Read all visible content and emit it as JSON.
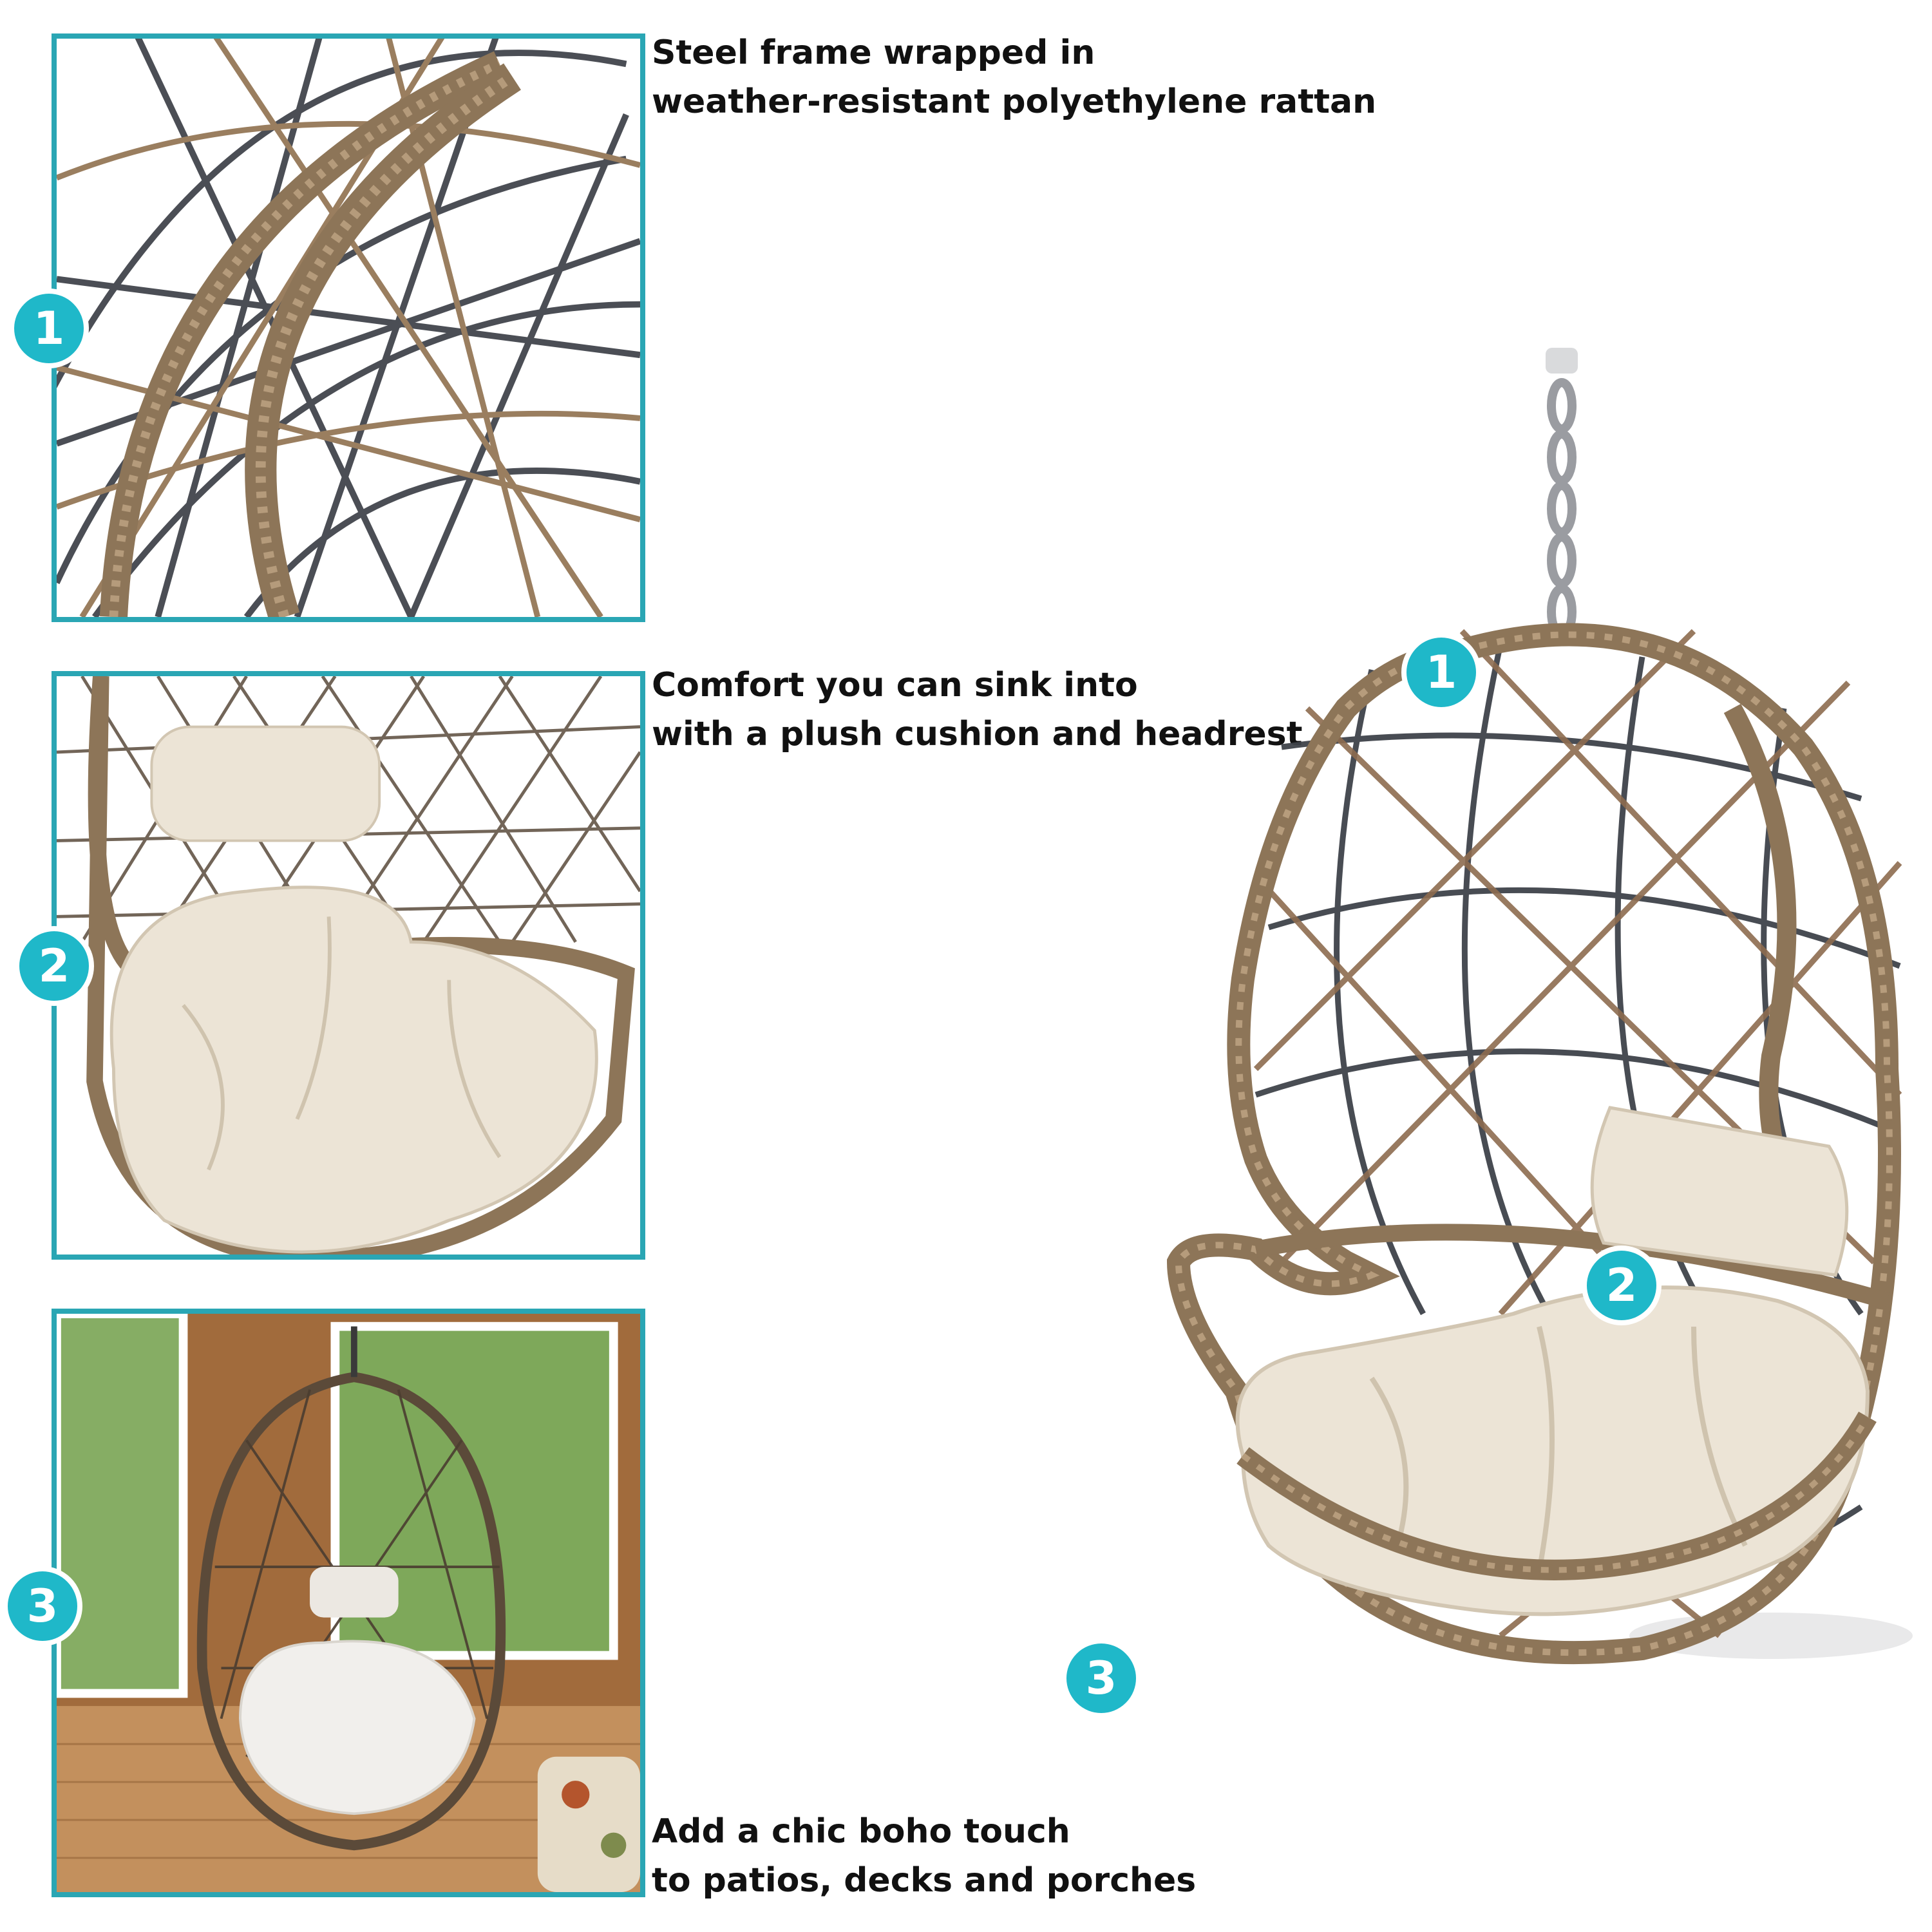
{
  "features": [
    {
      "number": "1",
      "line1": "Steel frame wrapped in",
      "line2": "weather-resistant polyethylene rattan"
    },
    {
      "number": "2",
      "line1": "Comfort you can sink into",
      "line2": "with a plush cushion and headrest"
    },
    {
      "number": "3",
      "line1": "Add a chic boho touch",
      "line2": "to patios, decks and porches"
    }
  ],
  "hero_markers": [
    "1",
    "2",
    "3"
  ],
  "colors": {
    "accent": "#1fb8c9",
    "panel_border": "#2aa6b4",
    "wicker": "#8d7558",
    "steel": "#4b4e55",
    "cushion": "#ece4d6"
  }
}
